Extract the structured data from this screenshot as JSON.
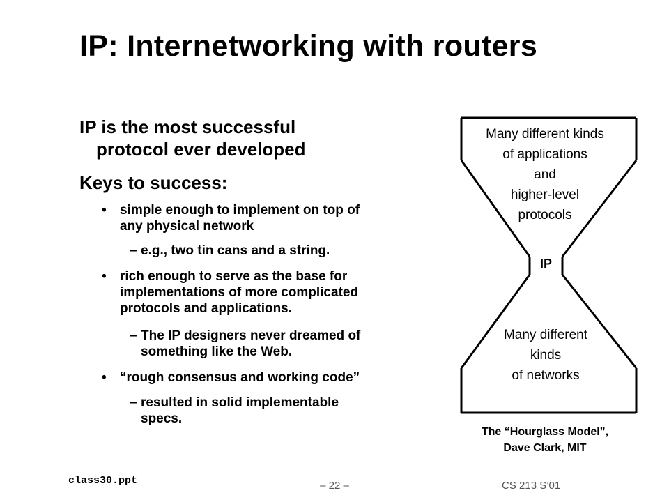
{
  "slide": {
    "title": "IP: Internetworking with routers",
    "point1": {
      "line1": "IP is the most successful",
      "line2": "protocol ever developed"
    },
    "point2": "Keys to success:",
    "bullet_char": "•",
    "dash_char": "–",
    "bullets": [
      {
        "lines": [
          "simple enough to implement on top of",
          "any physical network"
        ],
        "sub": {
          "lines": [
            "e.g., two tin cans and a string."
          ]
        }
      },
      {
        "lines": [
          "rich enough to serve as the base for",
          "implementations of more complicated",
          "protocols and applications."
        ],
        "sub": {
          "lines": [
            "The IP designers never dreamed of",
            "something like the Web."
          ]
        }
      },
      {
        "lines": [
          "“rough consensus and working code”"
        ],
        "sub": {
          "lines": [
            "resulted in solid implementable",
            "specs."
          ]
        }
      }
    ]
  },
  "diagram": {
    "top_lines": [
      "Many different kinds",
      "of applications",
      "and",
      "higher-level",
      "protocols"
    ],
    "middle_label": "IP",
    "bottom_lines": [
      "Many different",
      "kinds",
      "of networks"
    ],
    "caption_line1": "The “Hourglass Model”,",
    "caption_line2": "Dave Clark, MIT"
  },
  "footer": {
    "file": "class30.ppt",
    "page": "– 22 –",
    "course": "CS 213 S’01"
  }
}
